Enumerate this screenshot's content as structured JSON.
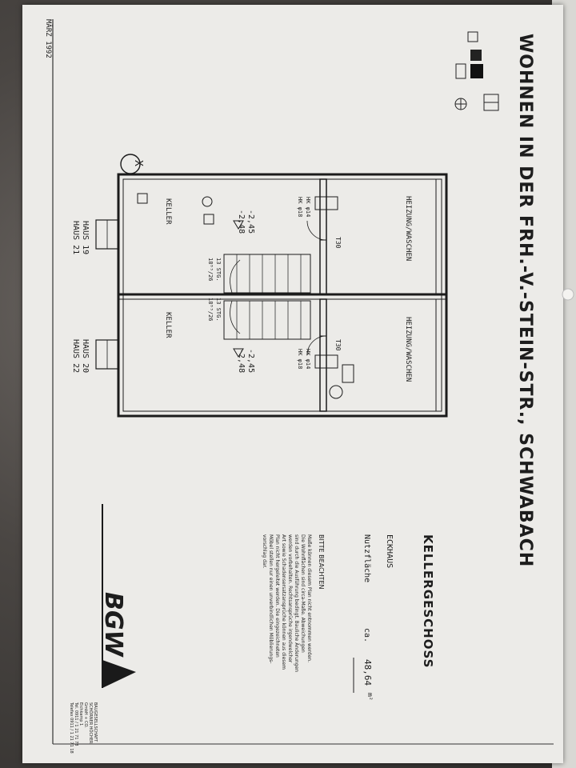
{
  "title": "WOHNEN IN DER FRH.-V.-STEIN-STR., SCHWABACH",
  "date": "MÄRZ 1992",
  "sheet": {
    "heading": "KELLERGESCHOSS",
    "type": "ECKHAUS",
    "area_label": "Nutzfläche",
    "area_approx": "ca.",
    "area_value": "48,64",
    "area_unit": "m²"
  },
  "note": {
    "heading": "BITTE BEACHTEN",
    "lines": [
      "Maße können diesem Plan nicht entnommen werden.",
      "Die Wohnflächen sind circa-Maße. Abweichungen",
      "sind durch die Ausführung bedingt. Bauliche Änderungen",
      "werden vorbehalten. Rechtsansprüche irgendwelcher",
      "Art sowie Schadensersatzansprüche können aus diesem",
      "Plan nicht hergeleitet werden. Die eingezeichneten",
      "Möbel stellen nur einen unverbindlichen Möblierungs-",
      "vorschlag dar."
    ]
  },
  "logo": {
    "text": "BGW",
    "company_lines": [
      "BAUGESELLSCHAFT",
      "SCHÖRNER HÖCHER",
      "GmbH + CO.",
      "Eichkamp 1",
      "Tel. 0911 / 1 21 71 78",
      "Telefax 0911 / 1 21 71 18"
    ]
  },
  "plan": {
    "unit_a": {
      "room_top": "HEIZUNG/WASCHEN",
      "room_bottom": "KELLER",
      "hk1": "HK φ14",
      "hk2": "HK φ18",
      "door": "T30",
      "level1": "-2,45",
      "level2": "-2,48",
      "stair": "13 STG.",
      "stair_dim": "18⁸⁵/26",
      "houses": [
        "HAUS 19",
        "HAUS 21"
      ]
    },
    "unit_b": {
      "room_top": "HEIZUNG/WASCHEN",
      "room_bottom": "KELLER",
      "hk1": "HK φ14",
      "hk2": "HK φ18",
      "door": "T30",
      "level1": "-2,45",
      "level2": "-2,48",
      "stair": "13 STG.",
      "stair_dim": "18⁸⁵/26",
      "houses": [
        "HAUS 20",
        "HAUS 22"
      ]
    },
    "marker": "X"
  }
}
